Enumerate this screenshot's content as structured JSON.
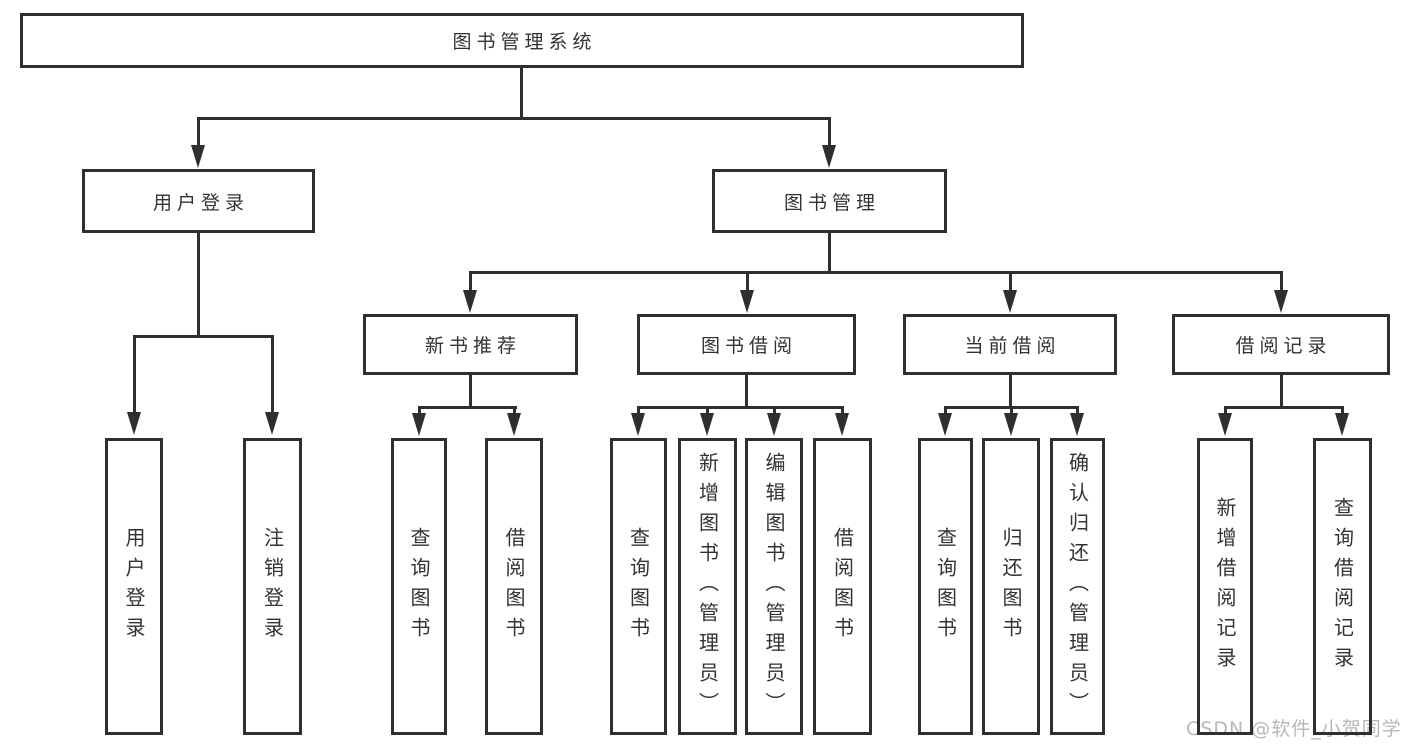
{
  "watermark": "CSDN @软件_小贺同学",
  "colors": {
    "line": "#2f2f2f",
    "text": "#333333",
    "background": "#ffffff",
    "watermark": "#b7b7bd"
  },
  "tree": {
    "label": "图书管理系统",
    "children": [
      {
        "label": "用户登录",
        "children": [
          {
            "label": "用户登录"
          },
          {
            "label": "注销登录"
          }
        ]
      },
      {
        "label": "图书管理",
        "children": [
          {
            "label": "新书推荐",
            "children": [
              {
                "label": "查询图书"
              },
              {
                "label": "借阅图书"
              }
            ]
          },
          {
            "label": "图书借阅",
            "children": [
              {
                "label": "查询图书"
              },
              {
                "label": "新增图书（管理员）"
              },
              {
                "label": "编辑图书（管理员）"
              },
              {
                "label": "借阅图书"
              }
            ]
          },
          {
            "label": "当前借阅",
            "children": [
              {
                "label": "查询图书"
              },
              {
                "label": "归还图书"
              },
              {
                "label": "确认归还（管理员）"
              }
            ]
          },
          {
            "label": "借阅记录",
            "children": [
              {
                "label": "新增借阅记录"
              },
              {
                "label": "查询借阅记录"
              }
            ]
          }
        ]
      }
    ]
  }
}
